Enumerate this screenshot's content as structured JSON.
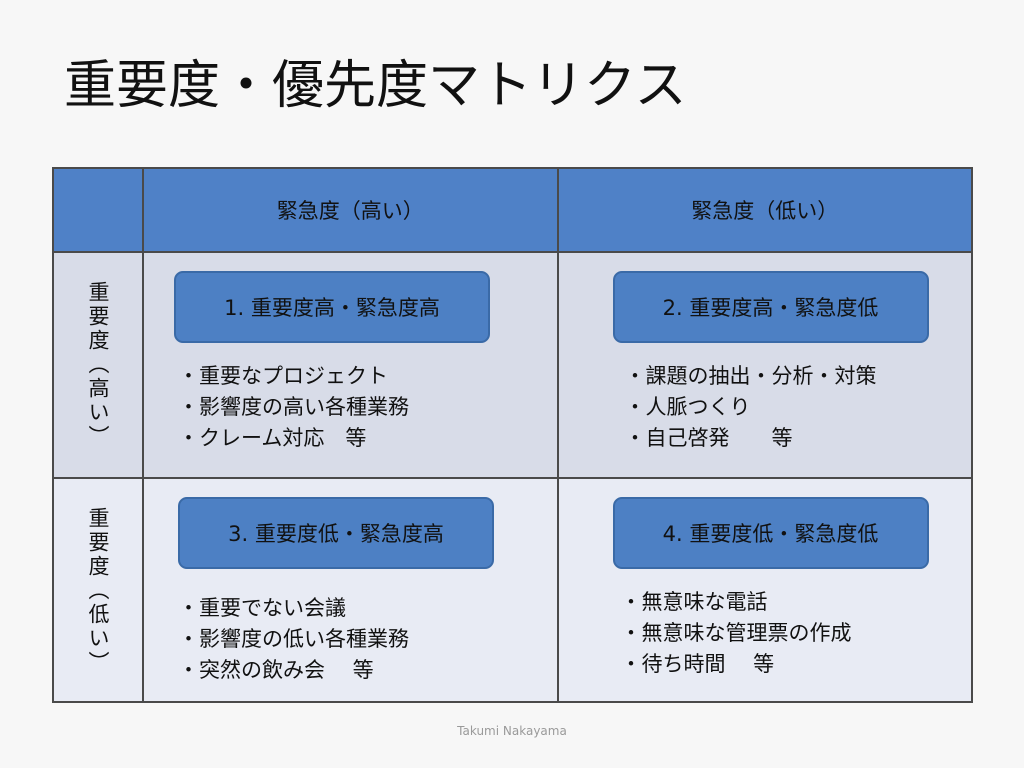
{
  "title": "重要度・優先度マトリクス",
  "columns": {
    "high": "緊急度（高い）",
    "low": "緊急度（低い）"
  },
  "rows": {
    "high": "重要度（高い）",
    "low": "重要度（低い）"
  },
  "quadrants": [
    {
      "label": "1. 重要度高・緊急度高",
      "items": [
        "重要なプロジェクト",
        "影響度の高い各種業務",
        "クレーム対応　等"
      ]
    },
    {
      "label": "2. 重要度高・緊急度低",
      "items": [
        "課題の抽出・分析・対策",
        "人脈つくり",
        "自己啓発　　等"
      ]
    },
    {
      "label": "3. 重要度低・緊急度高",
      "items": [
        "重要でない会議",
        "影響度の低い各種業務",
        "突然の飲み会　 等"
      ]
    },
    {
      "label": "4. 重要度低・緊急度低",
      "items": [
        "無意味な電話",
        "無意味な管理票の作成",
        "待ち時間　 等"
      ]
    }
  ],
  "credit": "Takumi Nakayama",
  "colors": {
    "header_fill": "#4f81c7",
    "box_fill": "#4d80c4",
    "row_high_fill": "#d8dce8",
    "row_low_fill": "#e8ebf4"
  }
}
